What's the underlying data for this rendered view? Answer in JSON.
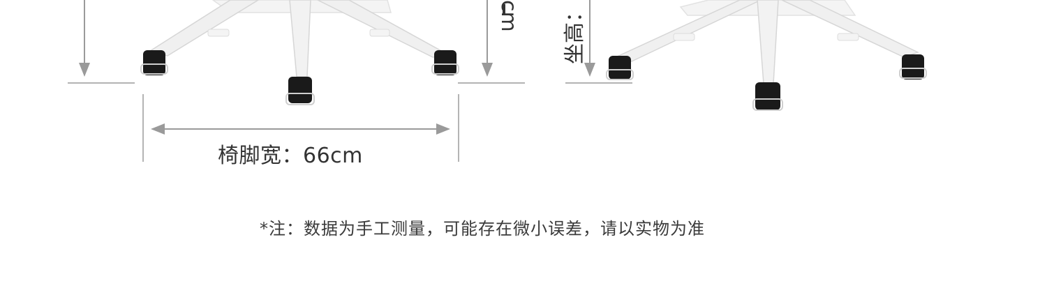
{
  "dimensions": {
    "base_width_label": "椅脚宽：66cm",
    "height_unit_fragment": "cm",
    "seat_height_label": "坐高："
  },
  "note": {
    "text": "*注：数据为手工测量，可能存在微小误差，请以实物为准"
  },
  "colors": {
    "background": "#ffffff",
    "text": "#333333",
    "dimension_line": "#9a9a9a",
    "chair_base": "#eeeeee",
    "caster": "#1a1a1a"
  }
}
